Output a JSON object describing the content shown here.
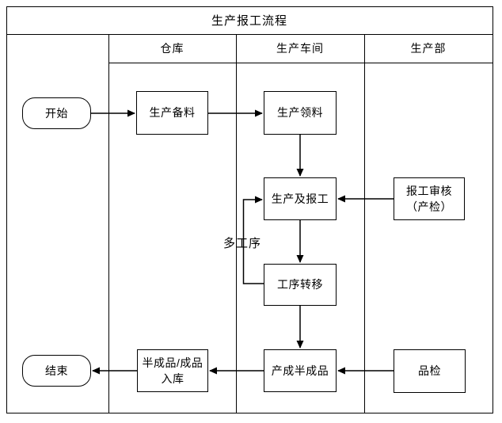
{
  "title": "生产报工流程",
  "lanes": {
    "warehouse": "仓库",
    "workshop": "生产车间",
    "production_dept": "生产部"
  },
  "nodes": {
    "start": "开始",
    "prepare": "生产备料",
    "requisition": "生产领料",
    "produce_report": "生产及报工",
    "report_review": "报工审核\n（产检）",
    "process_transfer": "工序转移",
    "semi_finished": "产成半成品",
    "inspection": "品检",
    "warehousing": "半成品/成品\n入库",
    "end": "结束"
  },
  "labels": {
    "multi_process": "多工序"
  },
  "edges": [
    {
      "from": "start",
      "to": "prepare"
    },
    {
      "from": "prepare",
      "to": "requisition"
    },
    {
      "from": "requisition",
      "to": "produce_report"
    },
    {
      "from": "report_review",
      "to": "produce_report"
    },
    {
      "from": "produce_report",
      "to": "process_transfer"
    },
    {
      "from": "process_transfer",
      "to": "produce_report",
      "label": "多工序"
    },
    {
      "from": "process_transfer",
      "to": "semi_finished"
    },
    {
      "from": "inspection",
      "to": "semi_finished"
    },
    {
      "from": "semi_finished",
      "to": "warehousing"
    },
    {
      "from": "warehousing",
      "to": "end"
    }
  ],
  "colors": {
    "line": "#000000",
    "background": "#ffffff",
    "text": "#000000"
  }
}
